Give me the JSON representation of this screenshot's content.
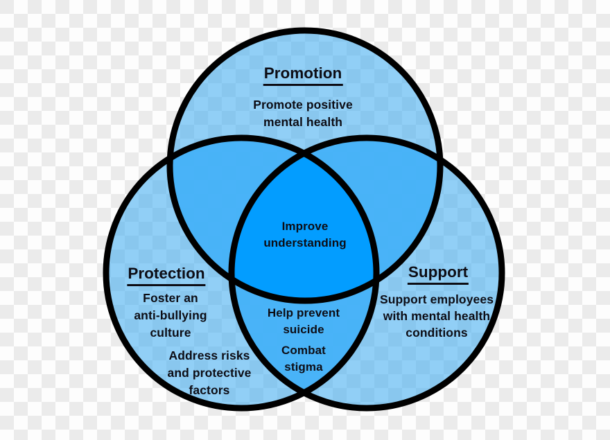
{
  "colors": {
    "single": "#38A9F1",
    "double": "#47B3F7",
    "triple": "#019CFF",
    "outline": "#000000",
    "text": "#0D0D15",
    "checker_light": "#FDFDFD",
    "checker_dark": "#EBEBEB"
  },
  "venn": {
    "promotion": {
      "title": "Promotion",
      "body": "Promote positive\nmental health"
    },
    "protection": {
      "title": "Protection",
      "body_top": "Foster an\nanti-bullying\nculture",
      "body_bottom": "Address risks\nand protective\nfactors"
    },
    "support": {
      "title": "Support",
      "body": "Support employees\nwith mental health\nconditions"
    },
    "overlap_center": "Improve\nunderstanding",
    "overlap_bottom_primary": "Help prevent\nsuicide",
    "overlap_bottom_secondary": "Combat\nstigma"
  }
}
